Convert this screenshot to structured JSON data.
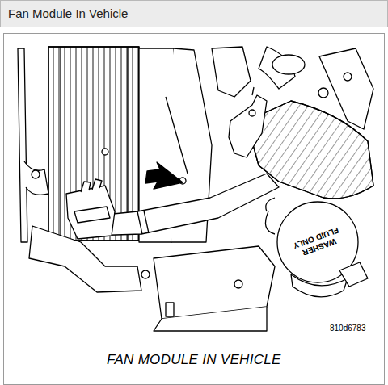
{
  "diagram": {
    "title": "Fan Module In Vehicle",
    "caption": "FAN MODULE IN VEHICLE",
    "labels": [
      "WASHER FLUID ONLY",
      "810d6783"
    ]
  }
}
